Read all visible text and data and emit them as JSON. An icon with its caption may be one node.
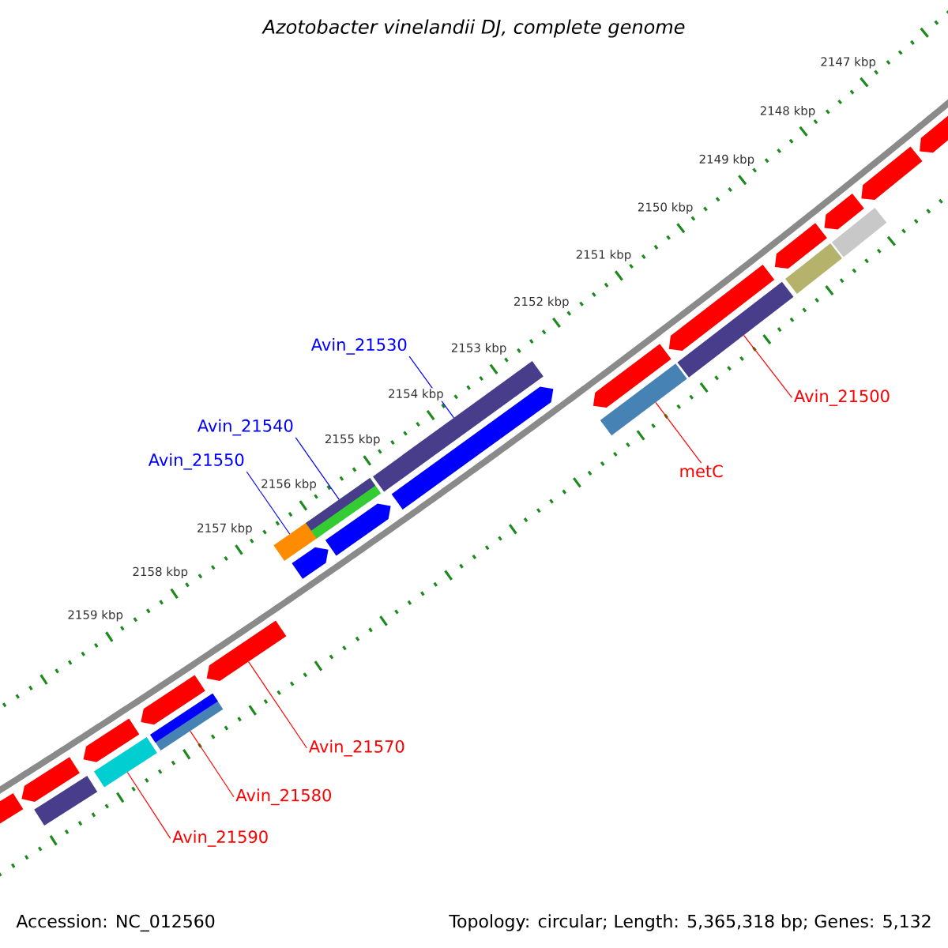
{
  "diagram": {
    "title": "Azotobacter vinelandii DJ, complete genome",
    "nodes": [
      {
        "text": [
          "Avin_21530"
        ]
      },
      {
        "text": [
          "Avin_21540"
        ]
      },
      {
        "text": [
          "Avin_21550"
        ]
      },
      {
        "text": [
          "Avin_21500"
        ]
      },
      {
        "text": [
          "metC"
        ]
      },
      {
        "text": [
          "Avin_21570"
        ]
      },
      {
        "text": [
          "Avin_21580"
        ]
      },
      {
        "text": [
          "Avin_21590"
        ]
      },
      {
        "text": [],
        "shape": "pentagon"
      },
      {
        "text": [],
        "shape": "pentagon"
      },
      {
        "text": [],
        "shape": "bar"
      },
      {
        "text": [],
        "shape": "pentagon"
      },
      {
        "text": [],
        "shape": "bar"
      },
      {
        "text": [],
        "shape": "pentagon"
      },
      {
        "text": [],
        "shape": "bar"
      },
      {
        "text": [],
        "shape": "pentagon"
      },
      {
        "text": [],
        "shape": "pentagon"
      },
      {
        "text": [],
        "shape": "bar"
      },
      {
        "text": [],
        "shape": "pentagon"
      },
      {
        "text": [],
        "shape": "bar"
      },
      {
        "text": [],
        "shape": "bar"
      },
      {
        "text": [],
        "shape": "pentagon"
      },
      {
        "text": [],
        "shape": "bar"
      },
      {
        "text": [],
        "shape": "pentagon"
      },
      {
        "text": [],
        "shape": "pentagon"
      },
      {
        "text": [],
        "shape": "bar"
      },
      {
        "text": [],
        "shape": "bar"
      },
      {
        "text": [],
        "shape": "pentagon"
      },
      {
        "text": [],
        "shape": "bar"
      },
      {
        "text": [],
        "shape": "pentagon"
      },
      {
        "text": [],
        "shape": "pentagon"
      },
      {
        "text": [],
        "shape": "pentagon"
      }
    ],
    "edges": [
      {
        "from": 0,
        "to": 20,
        "arrow": "none",
        "color": "#0000ff"
      },
      {
        "from": 1,
        "to": 19,
        "arrow": "none",
        "color": "#0000ff"
      },
      {
        "from": 2,
        "to": 17,
        "arrow": "none",
        "color": "#0000ff"
      },
      {
        "from": 3,
        "to": 25,
        "arrow": "none"
      },
      {
        "from": 4,
        "to": 22,
        "arrow": "none"
      },
      {
        "from": 5,
        "to": 15,
        "arrow": "none"
      },
      {
        "from": 6,
        "to": 14,
        "arrow": "none"
      },
      {
        "from": 7,
        "to": 12,
        "arrow": "none"
      }
    ],
    "labels": [
      "2147 kbp",
      "2148 kbp",
      "2149 kbp",
      "2150 kbp",
      "2151 kbp",
      "2152 kbp",
      "2153 kbp",
      "2154 kbp",
      "2155 kbp",
      "2156 kbp",
      "2157 kbp",
      "2158 kbp",
      "2159 kbp",
      "Accession: NC_012560",
      "Topology: circular; Length: 5,365,318 bp; Genes: 5,132"
    ]
  }
}
